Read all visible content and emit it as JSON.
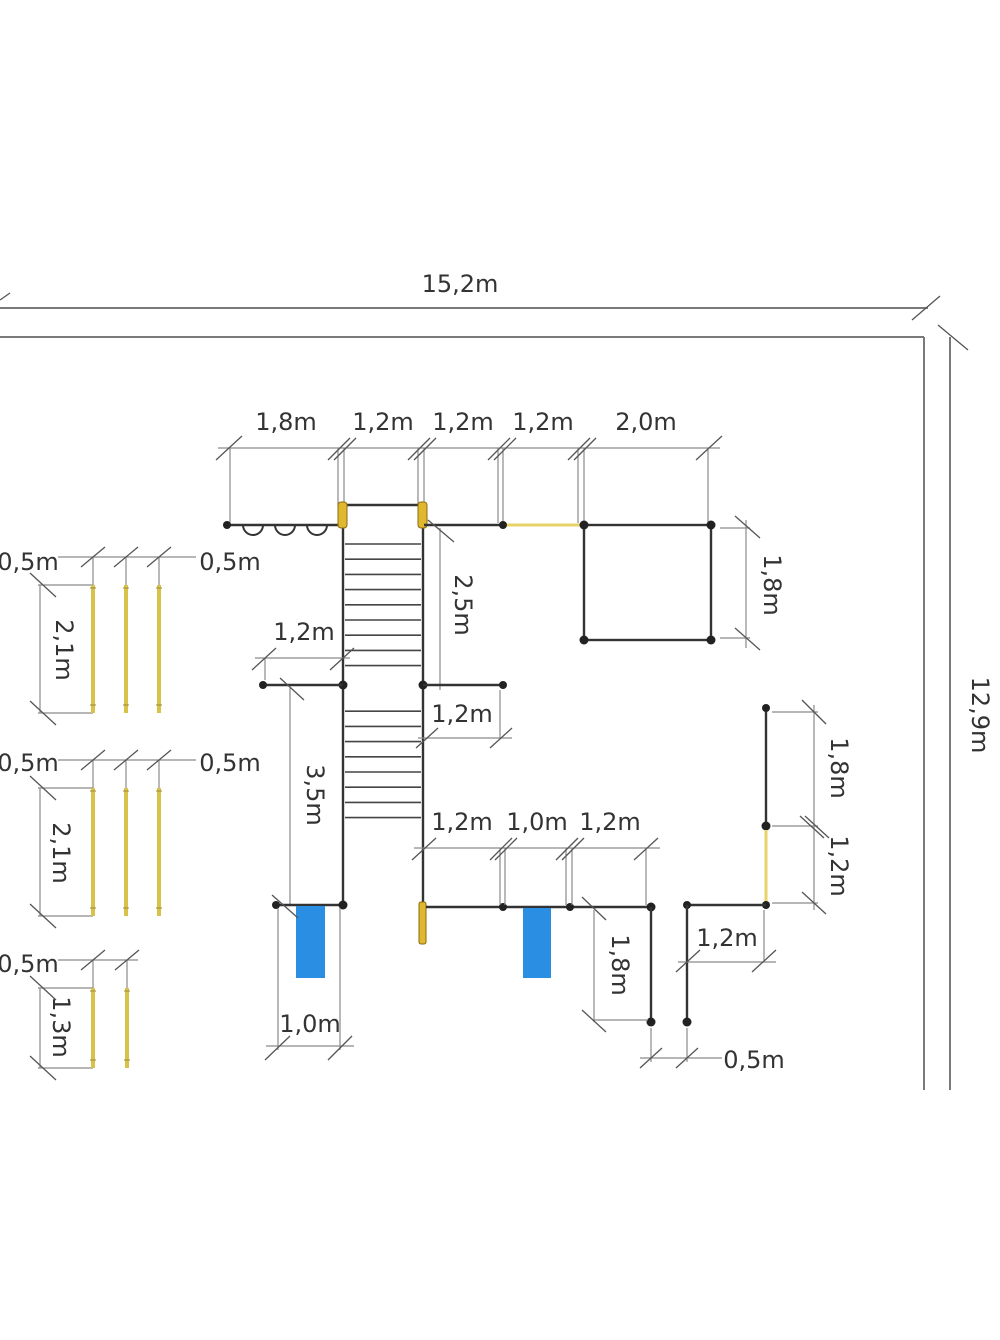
{
  "diagram": {
    "title": "Workout playground layout plan",
    "overall": {
      "width_label": "15,2m",
      "height_label": "12,9m"
    },
    "top_row_labels": [
      "1,8m",
      "1,2m",
      "1,2m",
      "1,2m",
      "2,0m"
    ],
    "square_frame_label": "1,8m",
    "ladder_height_label": "2,5m",
    "ladder_left_bar_label": "1,2m",
    "ladder_right_bar_label": "1,2m",
    "left_column_height_label": "3,5m",
    "left_bench_label": "1,0m",
    "bottom_row_labels": [
      "1,2m",
      "1,0m",
      "1,2m"
    ],
    "bottom_right_frame_label": "1,8m",
    "right_tower_labels": [
      "1,8m",
      "1,2m"
    ],
    "right_bar_label": "1,2m",
    "gap_label": "0,5m",
    "pole_groups": [
      {
        "spacing_left": "0,5m",
        "spacing_right": "0,5m",
        "height": "2,1m",
        "count": 3
      },
      {
        "spacing_left": "0,5m",
        "spacing_right": "0,5m",
        "height": "2,1m",
        "count": 3
      },
      {
        "spacing_left": "0,5m",
        "height": "1,3m",
        "count": 2
      }
    ],
    "colors": {
      "structure": "#333333",
      "dimension": "#8a8a8a",
      "pole": "#d8c24a",
      "bench": "#2a8fe3",
      "highlight_bar": "#e8d36a"
    }
  }
}
